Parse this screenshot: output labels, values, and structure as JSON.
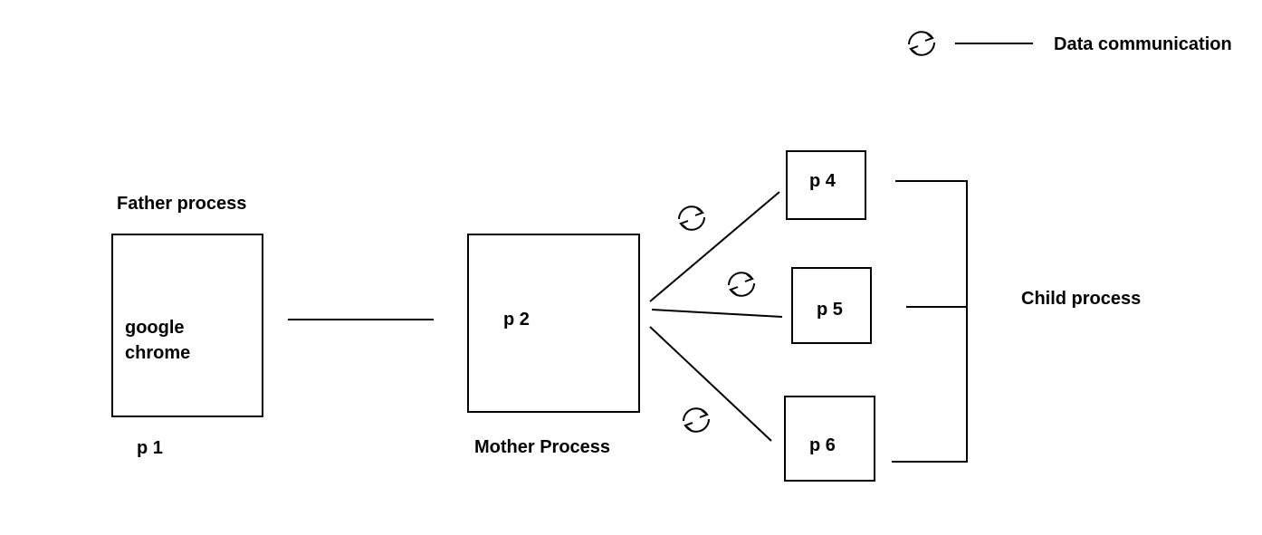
{
  "legend": {
    "label": "Data communication",
    "icon": "refresh-icon"
  },
  "nodes": {
    "father": {
      "heading": "Father process",
      "content_line1": "google",
      "content_line2": "chrome",
      "caption": "p 1"
    },
    "mother": {
      "content": "p 2",
      "caption": "Mother Process"
    },
    "children": {
      "group_label": "Child process",
      "items": [
        {
          "label": "p 4"
        },
        {
          "label": "p 5"
        },
        {
          "label": "p 6"
        }
      ]
    }
  },
  "colors": {
    "stroke": "#000000",
    "background": "#ffffff"
  }
}
